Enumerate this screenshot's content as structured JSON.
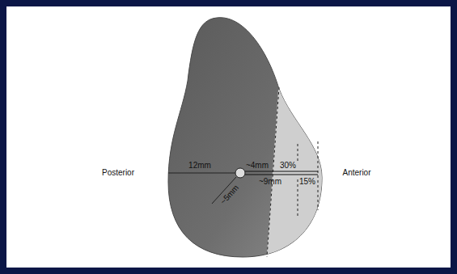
{
  "diagram": {
    "labels": [
      "Posterior",
      "12mm",
      "~4mm",
      "30%",
      "Anterior",
      "~9mm",
      "15%",
      "~5mm"
    ]
  }
}
